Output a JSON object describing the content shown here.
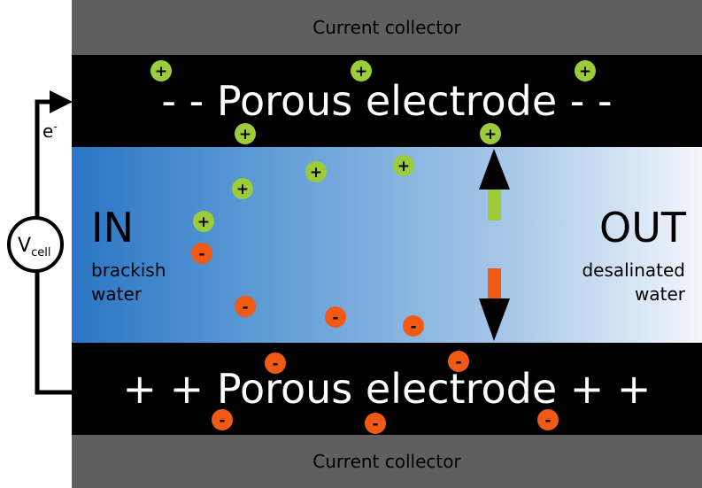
{
  "top_collector": "Current collector",
  "bottom_collector": "Current collector",
  "top_electrode": "- - Porous electrode - -",
  "bottom_electrode": "+ + Porous electrode + +",
  "in_label": "IN",
  "in_sub_line1": "brackish",
  "in_sub_line2": "water",
  "out_label": "OUT",
  "out_sub_line1": "desalinated",
  "out_sub_line2": "water",
  "electron_label": "e",
  "electron_sup": "-",
  "voltage_label": "V",
  "voltage_sub": "cell",
  "cation_symbol": "+",
  "anion_symbol": "-",
  "colors": {
    "cation": "#9ccc3a",
    "anion": "#f05a14",
    "electrode": "#000000",
    "collector": "#5f5f5f",
    "water_in": "#2a76c4",
    "water_out": "#f2f6fb",
    "up_arrow": "#9ccc3a",
    "down_arrow": "#f05a14"
  }
}
